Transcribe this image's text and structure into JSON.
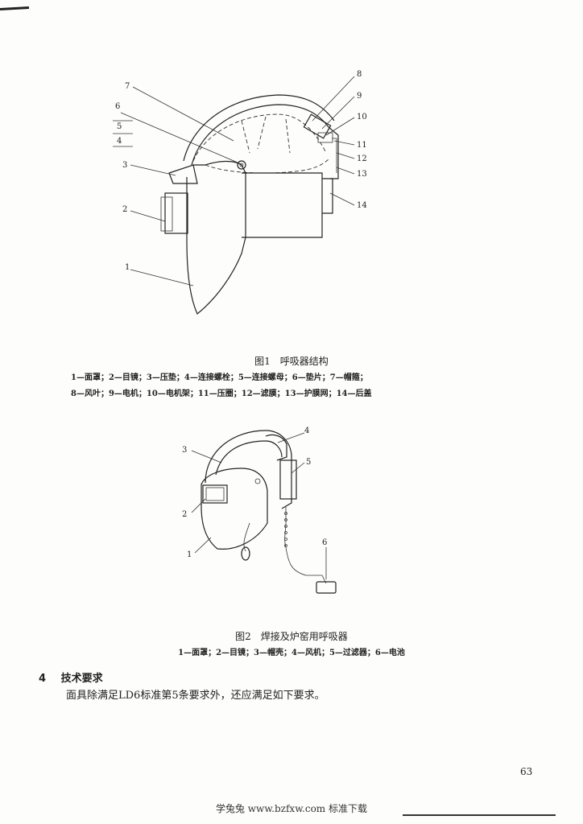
{
  "figure1": {
    "caption": "图1　呼吸器结构",
    "legend_line1": "1—面罩；2—目镜；3—压垫；4—连接螺栓；5—连接螺母；6—垫片；7—帽箍；",
    "legend_line2": "8—风叶；9—电机；10—电机架；11—压圈；12—滤膜；13—护膜网；14—后盖",
    "labels": [
      "1",
      "2",
      "3",
      "4",
      "5",
      "6",
      "7",
      "8",
      "9",
      "10",
      "11",
      "12",
      "13",
      "14"
    ]
  },
  "figure2": {
    "caption": "图2　焊接及炉窑用呼吸器",
    "legend": "1—面罩；2—目镜；3—帽壳；4—风机；5—过滤器；6—电池",
    "labels": [
      "1",
      "2",
      "3",
      "4",
      "5",
      "6"
    ]
  },
  "section": {
    "number": "4",
    "heading": "技术要求",
    "body": "面具除满足LD6标准第5条要求外，还应满足如下要求。"
  },
  "page_number": "63",
  "footer": "学兔兔 www.bzfxw.com 标准下载"
}
